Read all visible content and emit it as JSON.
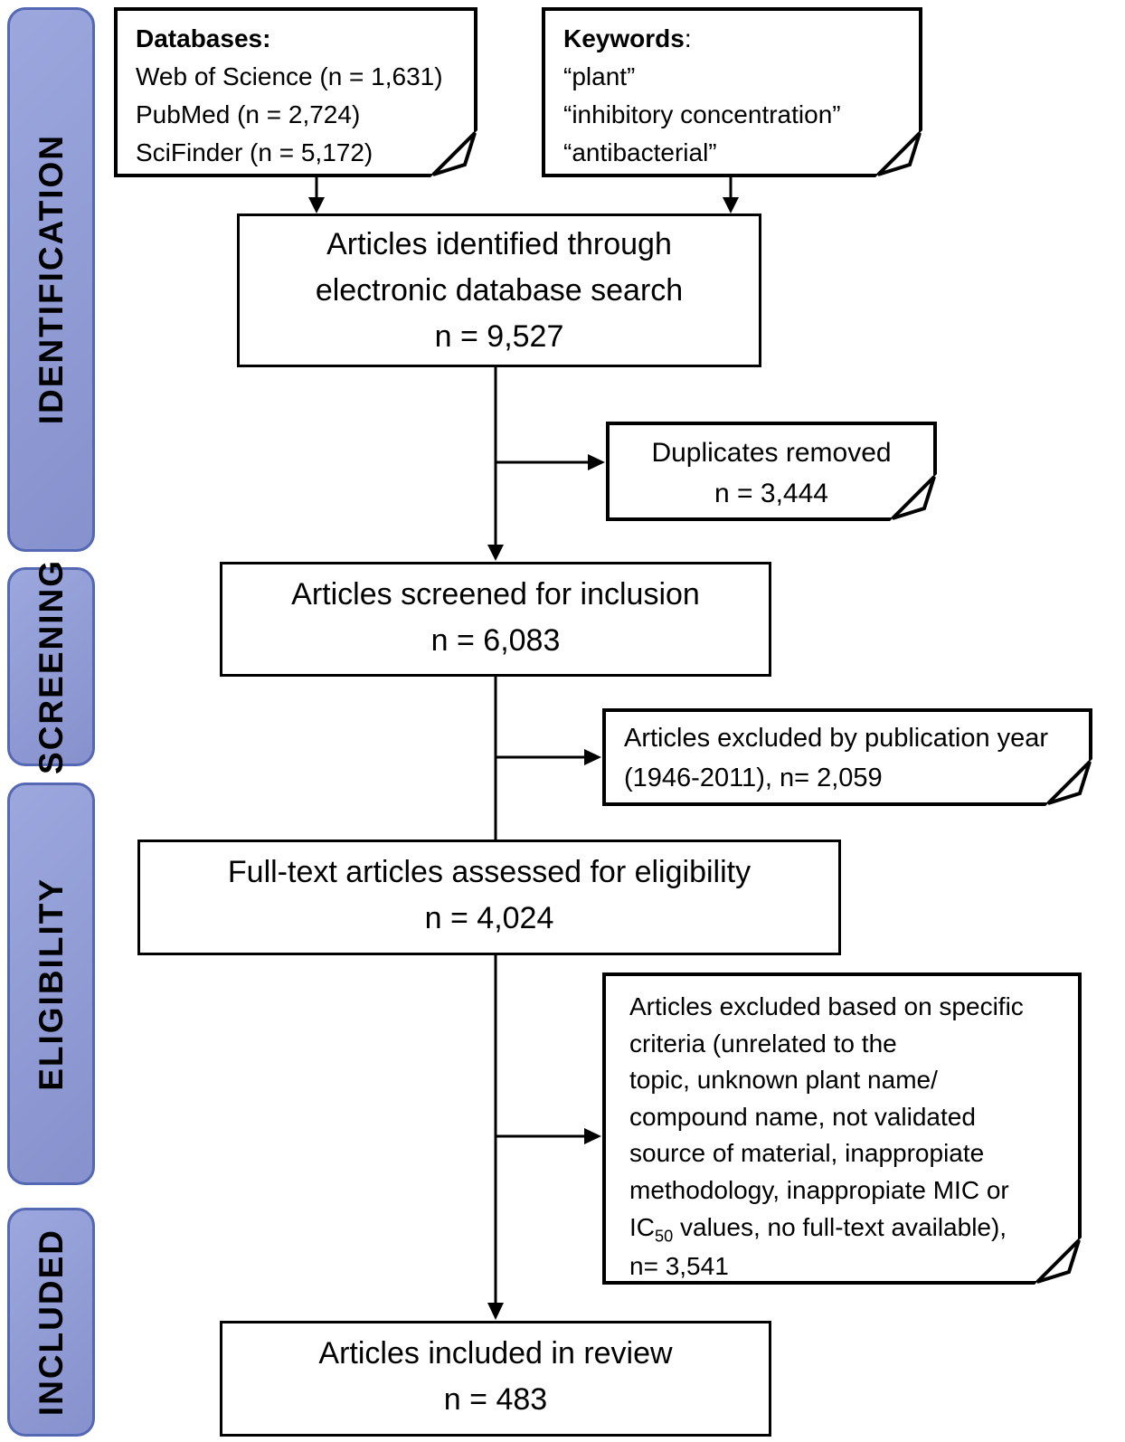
{
  "figure": {
    "background": "#ffffff",
    "line_color": "#000000"
  },
  "sidebar": {
    "fill_light": "#9ba7dd",
    "fill_dark": "#8791cd",
    "border_color": "#5468b4",
    "stages": [
      {
        "label": "IDENTIFICATION"
      },
      {
        "label": "SCREENING"
      },
      {
        "label": "ELIGIBILITY"
      },
      {
        "label": "INCLUDED"
      }
    ]
  },
  "source_notes": {
    "databases": {
      "title": "Databases:",
      "lines": [
        "Web of Science (n = 1,631)",
        "PubMed (n = 2,724)",
        "SciFinder (n = 5,172)"
      ]
    },
    "keywords": {
      "title": "Keywords",
      "title_suffix": ":",
      "lines": [
        "“plant”",
        "“inhibitory concentration”",
        "“antibacterial”"
      ]
    }
  },
  "flow_boxes": {
    "identified": {
      "line1": "Articles identified through",
      "line2": "electronic database search",
      "count": "n = 9,527"
    },
    "screened": {
      "line1": "Articles screened for inclusion",
      "count": "n = 6,083"
    },
    "fulltext": {
      "line1": "Full-text articles assessed for eligibility",
      "count": "n = 4,024"
    },
    "included": {
      "line1": "Articles included in review",
      "count": "n = 483"
    }
  },
  "exclusion_notes": {
    "duplicates": {
      "line1": "Duplicates removed",
      "count": "n = 3,444"
    },
    "publication_year": {
      "line1": "Articles excluded by publication year",
      "line2": "(1946-2011), n= 2,059"
    },
    "criteria": {
      "lines": [
        "Articles excluded based on specific",
        "criteria (unrelated to the",
        "topic, unknown plant name/",
        "compound name, not validated",
        "source of material, inappropiate",
        "methodology, inappropiate MIC or"
      ],
      "ic_prefix": "IC",
      "ic_subscript": "50",
      "ic_suffix": " values, no full-text available),",
      "count": "n= 3,541"
    }
  }
}
